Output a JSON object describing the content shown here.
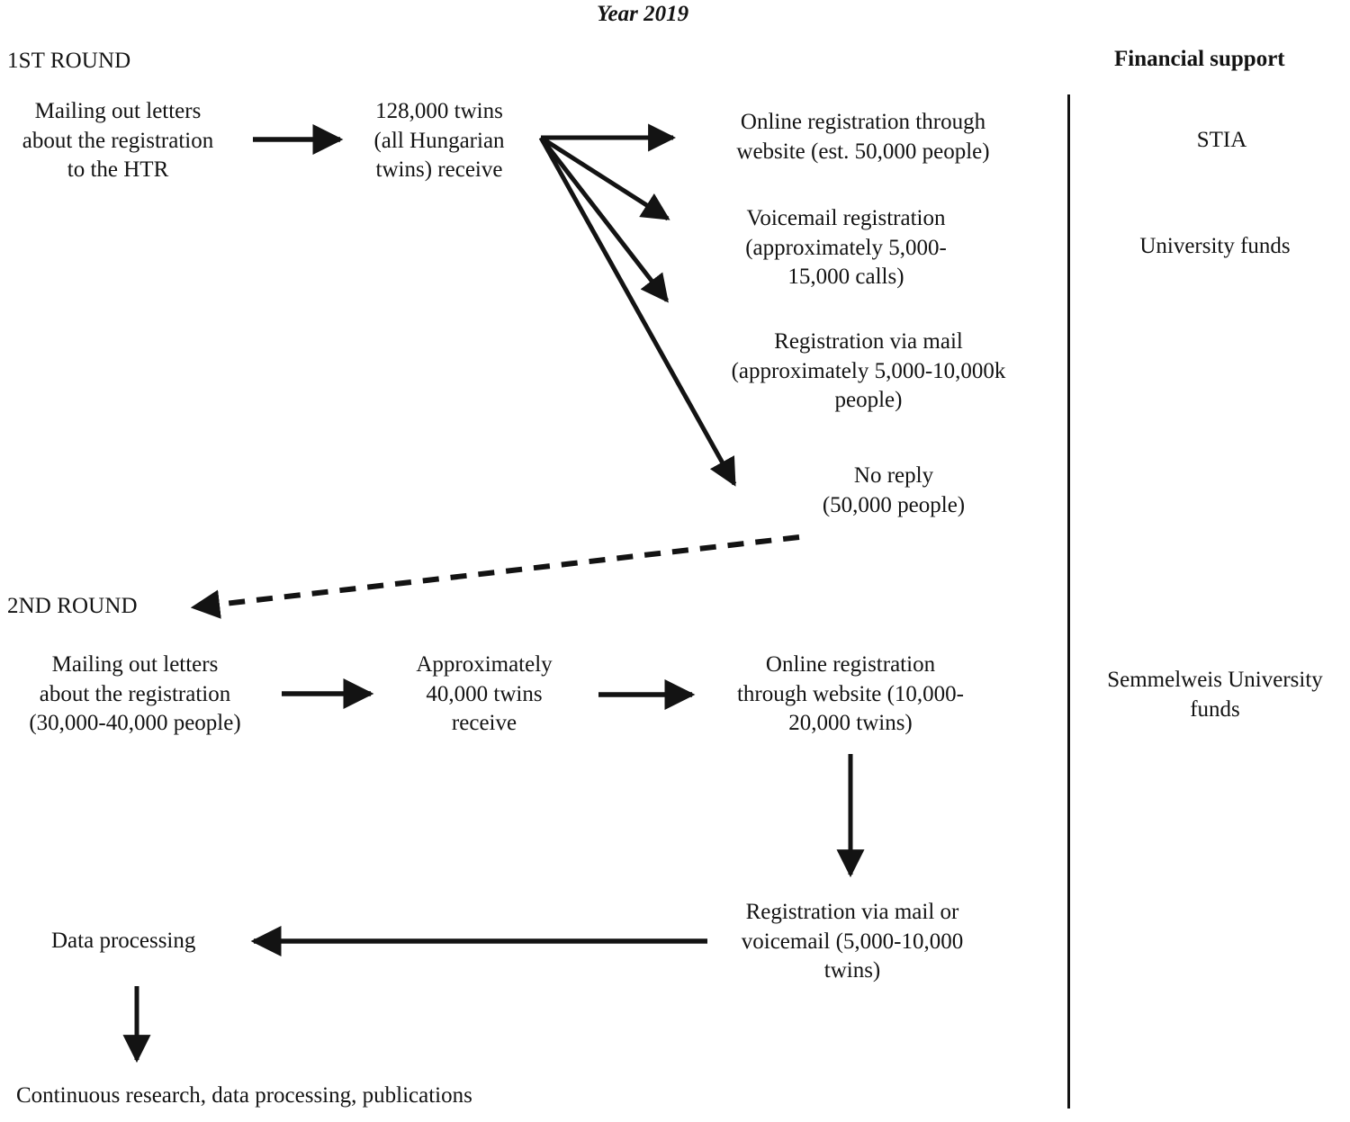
{
  "figure": {
    "title": "Year 2019",
    "column_header": "Financial support",
    "divider_color": "#131313",
    "text_color": "#131313",
    "background": "#ffffff"
  },
  "rounds": [
    {
      "label": "1ST ROUND"
    },
    {
      "label": "2ND ROUND"
    }
  ],
  "nodes": {
    "round1_mailing": "Mailing out letters\nabout the registration\nto the HTR",
    "round1_recipients": "128,000 twins\n(all Hungarian\ntwins) receive",
    "round1_online": "Online registration through\nwebsite (est. 50,000 people)",
    "round1_voicemail": "Voicemail registration\n(approximately 5,000-\n15,000 calls)",
    "round1_mail": "Registration via mail\n(approximately 5,000-10,000k\npeople)",
    "round1_noreply": "No reply\n(50,000 people)",
    "round2_mailing": "Mailing out letters\nabout the registration\n(30,000-40,000 people)",
    "round2_recipients": "Approximately\n40,000 twins\nreceive",
    "round2_online": "Online registration\nthrough website (10,000-\n20,000 twins)",
    "round2_mail_voicemail": "Registration via mail or\nvoicemail (5,000-10,000\ntwins)",
    "data_processing": "Data processing",
    "continuous_research": "Continuous research, data processing, publications"
  },
  "financial_support": [
    {
      "name": "STIA"
    },
    {
      "name": "University funds"
    },
    {
      "name": "Semmelweis University\nfunds"
    }
  ],
  "chart_data": {
    "type": "diagram",
    "title": "Year 2019",
    "flow": [
      {
        "from": "round1_mailing",
        "to": "round1_recipients",
        "style": "solid"
      },
      {
        "from": "round1_recipients",
        "to": "round1_online",
        "style": "solid"
      },
      {
        "from": "round1_recipients",
        "to": "round1_voicemail",
        "style": "solid"
      },
      {
        "from": "round1_recipients",
        "to": "round1_mail",
        "style": "solid"
      },
      {
        "from": "round1_recipients",
        "to": "round1_noreply",
        "style": "solid"
      },
      {
        "from": "round1_noreply",
        "to": "round2_label",
        "style": "dashed"
      },
      {
        "from": "round2_mailing",
        "to": "round2_recipients",
        "style": "solid"
      },
      {
        "from": "round2_recipients",
        "to": "round2_online",
        "style": "solid"
      },
      {
        "from": "round2_online",
        "to": "round2_mail_voicemail",
        "style": "solid"
      },
      {
        "from": "round2_mail_voicemail",
        "to": "data_processing",
        "style": "solid"
      },
      {
        "from": "data_processing",
        "to": "continuous_research",
        "style": "solid"
      }
    ],
    "quantities": {
      "total_twins_mailed_round1": 128000,
      "online_registration_round1": 50000,
      "voicemail_calls_round1_min": 5000,
      "voicemail_calls_round1_max": 15000,
      "mail_registration_round1_min": 5000,
      "mail_registration_round1_max": 10000,
      "no_reply_round1": 50000,
      "mailing_round2_min": 30000,
      "mailing_round2_max": 40000,
      "recipients_round2": 40000,
      "online_registration_round2_min": 10000,
      "online_registration_round2_max": 20000,
      "mail_voicemail_round2_min": 5000,
      "mail_voicemail_round2_max": 10000
    }
  }
}
